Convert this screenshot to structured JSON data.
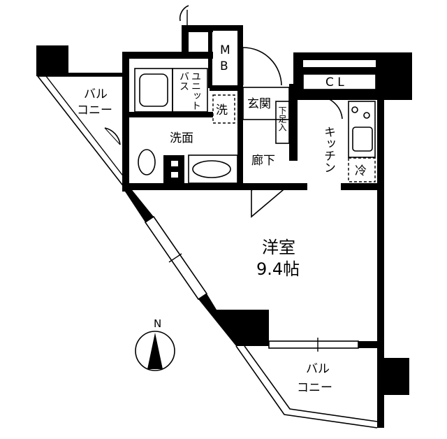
{
  "rooms": {
    "balcony_top": {
      "line1": "バル",
      "line2": "コニー"
    },
    "unit_bath": [
      "ユ",
      "ニ",
      "ッ",
      "ト",
      "バ",
      "ス"
    ],
    "unit_bath_col1": "ユニット",
    "unit_bath_col2": "バス",
    "mb": {
      "line1": "M",
      "line2": "B"
    },
    "washer": "洗",
    "entrance": "玄関",
    "shoe_closet": [
      "下",
      "足",
      "入"
    ],
    "closet": "C L",
    "kitchen": [
      "キ",
      "ッ",
      "チ",
      "ン"
    ],
    "fridge": "冷",
    "washroom": "洗面",
    "hallway": "廊下",
    "western_room": {
      "name": "洋室",
      "size": "9.4帖"
    },
    "balcony_bottom": {
      "line1": "バル",
      "line2": "コニー"
    }
  },
  "compass": {
    "label": "N"
  }
}
